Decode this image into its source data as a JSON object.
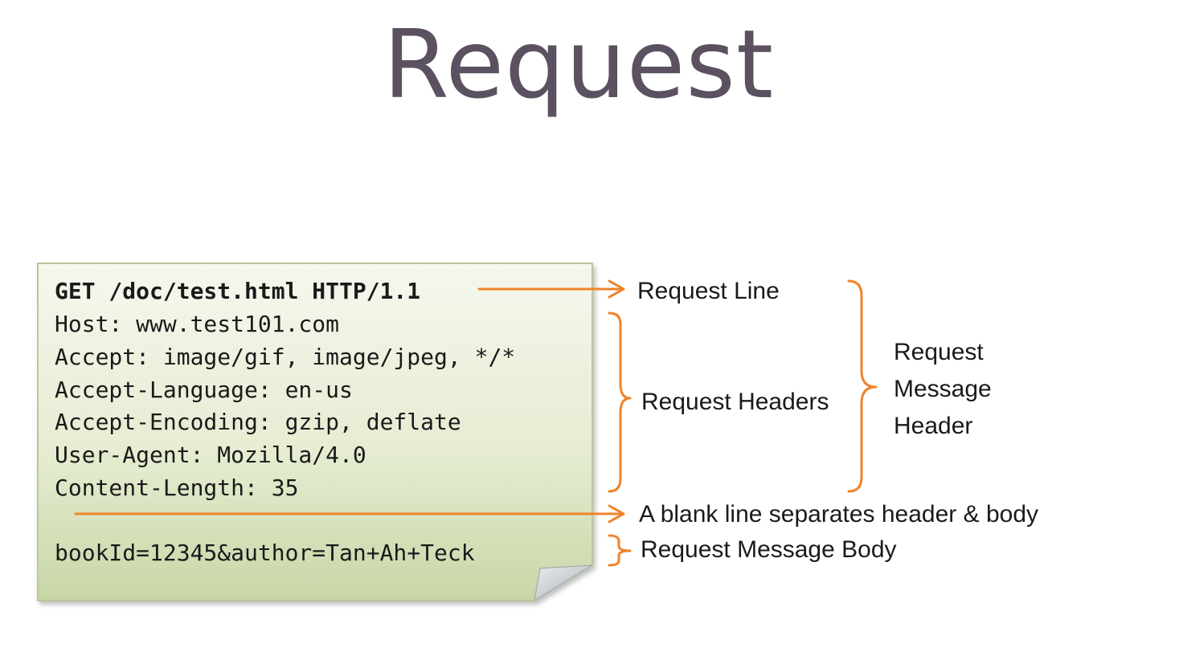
{
  "title": "Request",
  "note": {
    "request_line": "GET /doc/test.html HTTP/1.1",
    "headers": [
      "Host: www.test101.com",
      "Accept: image/gif, image/jpeg, */*",
      "Accept-Language: en-us",
      "Accept-Encoding: gzip, deflate",
      "User-Agent: Mozilla/4.0",
      "Content-Length: 35"
    ],
    "body": "bookId=12345&author=Tan+Ah+Teck"
  },
  "labels": {
    "request_line": "Request Line",
    "request_headers": "Request Headers",
    "message_header_line1": "Request",
    "message_header_line2": "Message",
    "message_header_line3": "Header",
    "blank_line": "A blank line separates header & body",
    "message_body": "Request Message Body"
  },
  "colors": {
    "accent": "#f0832a",
    "title": "#5b5160",
    "note_fill_top": "#f4f6ec",
    "note_fill_bottom": "#cfdbb0",
    "note_border": "#b9c79a"
  }
}
